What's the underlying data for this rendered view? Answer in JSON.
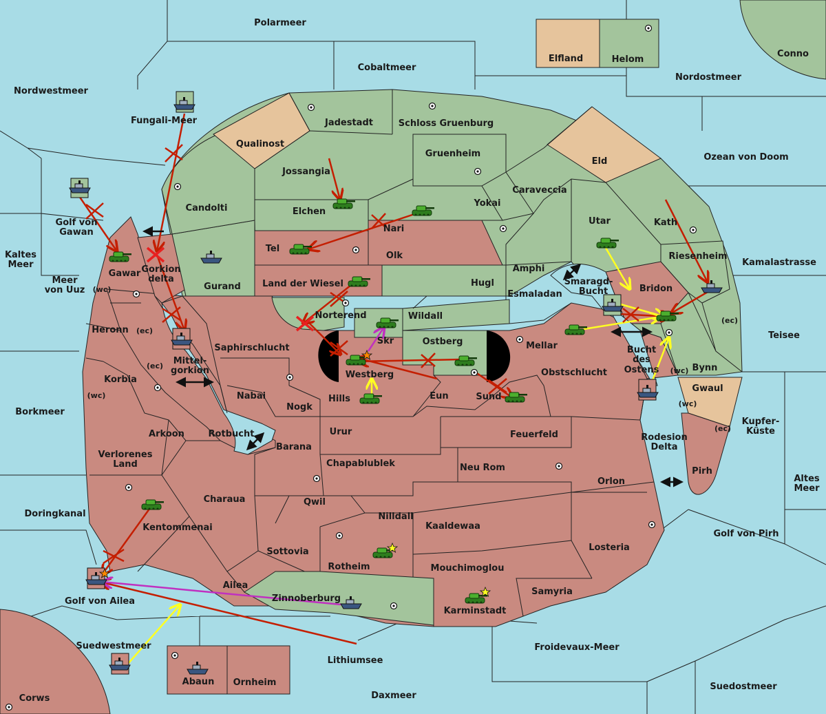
{
  "colors": {
    "sea": "#a8dce6",
    "green": "#a3c49c",
    "red": "#c98a80",
    "tan": "#e6c49c",
    "order_red": "#c41e00",
    "order_yellow": "#ffff22",
    "order_magenta": "#c030c0"
  },
  "seas": {
    "polarmeer": "Polarmeer",
    "cobaltmeer": "Cobaltmeer",
    "nordwestmeer": "Nordwestmeer",
    "nordostmeer": "Nordostmeer",
    "conno": "Conno",
    "fungali": "Fungali-Meer",
    "ozean": "Ozean von Doom",
    "golf_gawan": "Golf von\nGawan",
    "kaltes": "Kaltes\nMeer",
    "uuz": "Meer\nvon Uuz",
    "kamala": "Kamalastrasse",
    "teisee": "Teisee",
    "borkmeer": "Borkmeer",
    "mittelgorkion": "Mittel-\ngorkion",
    "rotbucht": "Rotbucht",
    "smaragd": "Smaragd-\nBucht",
    "bucht_ostens": "Bucht\ndes\nOstens",
    "kupfer": "Kupfer-\nKüste",
    "altes": "Altes\nMeer",
    "doringkanal": "Doringkanal",
    "golf_pirh": "Golf von Pirh",
    "golf_ailea": "Golf von Ailea",
    "suedwest": "Suedwestmeer",
    "lithium": "Lithiumsee",
    "froidevaux": "Froidevaux-Meer",
    "daxmeer": "Daxmeer",
    "suedost": "Suedostmeer",
    "corws": "Corws"
  },
  "lands": {
    "elfland": "Elfland",
    "helom": "Helom",
    "jadestadt": "Jadestadt",
    "schloss": "Schloss Gruenburg",
    "qualinost": "Qualinost",
    "gruenheim": "Gruenheim",
    "eld": "Eld",
    "jossangia": "Jossangia",
    "caraveccia": "Caraveccia",
    "candolti": "Candolti",
    "elchen": "Elchen",
    "yokai": "Yokai",
    "utar": "Utar",
    "kath": "Kath",
    "nari": "Nari",
    "tel": "Tel",
    "olk": "Olk",
    "gorkion": "Gorkion\ndelta",
    "gawar": "Gawar",
    "riesenheim": "Riesenheim",
    "amphi": "Amphi",
    "gurand": "Gurand",
    "landwiesel": "Land der Wiesel",
    "hugl": "Hugl",
    "bridon": "Bridon",
    "esmaladan": "Esmaladan",
    "norterend": "Norterend",
    "wildall": "Wildall",
    "heronn": "Heronn",
    "skr": "Skr",
    "ostberg": "Ostberg",
    "mellar": "Mellar",
    "saphir": "Saphirschlucht",
    "bynn": "Bynn",
    "korbia": "Korbia",
    "westberg": "Westberg",
    "obstschlucht": "Obstschlucht",
    "hills": "Hills",
    "eun": "Eun",
    "sund": "Sund",
    "nabai": "Nabai",
    "gwaul": "Gwaul",
    "nogk": "Nogk",
    "arkoon": "Arkoon",
    "urur": "Urur",
    "feuerfeld": "Feuerfeld",
    "barana": "Barana",
    "rodesion": "Rodesion\nDelta",
    "pirh": "Pirh",
    "verlorenes": "Verlorenes\nLand",
    "chapablublek": "Chapablublek",
    "neurom": "Neu Rom",
    "orlon": "Orlon",
    "charaua": "Charaua",
    "qwil": "Qwil",
    "nilldall": "Nilldall",
    "kaaldewaa": "Kaaldewaa",
    "kentommenai": "Kentommenai",
    "losteria": "Losteria",
    "sottovia": "Sottovia",
    "rotheim": "Rotheim",
    "mouchimoglou": "Mouchimoglou",
    "ailea": "Ailea",
    "samyria": "Samyria",
    "zinnoberburg": "Zinnoberburg",
    "karminstadt": "Karminstadt",
    "abaun": "Abaun",
    "ornheim": "Ornheim"
  },
  "coasts": {
    "wc": "(wc)",
    "ec": "(ec)"
  },
  "unit_icons": {
    "army": "tank-icon",
    "fleet": "ship-icon",
    "supply": "supply-center-icon",
    "star": "star-icon",
    "dislodged": "x-icon"
  }
}
